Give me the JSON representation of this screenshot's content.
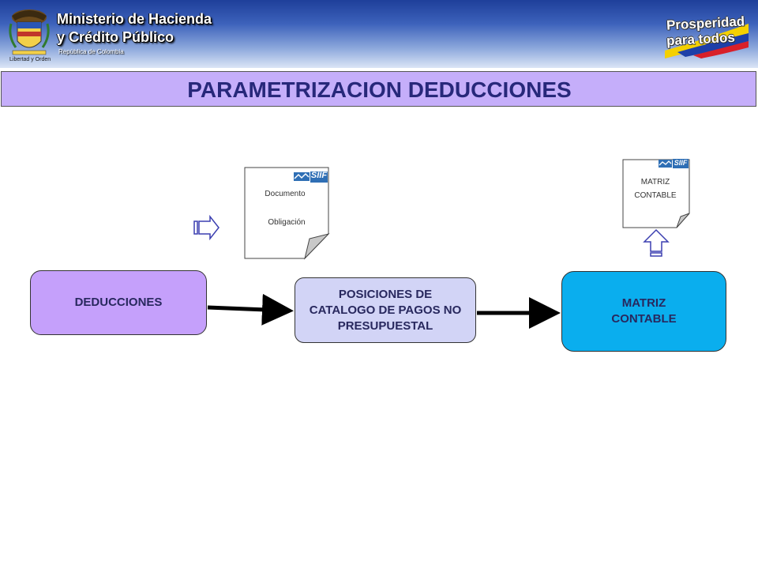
{
  "header": {
    "ministry_line1": "Ministerio de Hacienda",
    "ministry_line2": "y Crédito Público",
    "republica": "República de Colombia",
    "motto": "Libertad y Orden",
    "prosperity_line1": "Prosperidad",
    "prosperity_line2": "para todos"
  },
  "title": "PARAMETRIZACION DEDUCCIONES",
  "diagram": {
    "nodes": {
      "deducciones": "DEDUCCIONES",
      "posiciones_line1": "POSICIONES DE",
      "posiciones_line2": "CATALOGO DE PAGOS NO",
      "posiciones_line3": "PRESUPUESTAL",
      "matriz_line1": "MATRIZ",
      "matriz_line2": "CONTABLE"
    },
    "documents": {
      "doc1_line1": "Documento",
      "doc1_line2": "Obligación",
      "doc2_line1": "MATRIZ",
      "doc2_line2": "CONTABLE",
      "siif_logo": "SIIF"
    },
    "edges": [
      {
        "from": "deducciones",
        "to": "posiciones"
      },
      {
        "from": "posiciones",
        "to": "matriz"
      }
    ]
  },
  "colors": {
    "title_bar": "#c5aefa",
    "title_text": "#27287a",
    "deducciones_box": "#c5a0fb",
    "posiciones_box": "#d2d4f6",
    "matriz_box": "#0aaeee",
    "connector": "#000000",
    "block_arrow": "#3b3fb0"
  }
}
